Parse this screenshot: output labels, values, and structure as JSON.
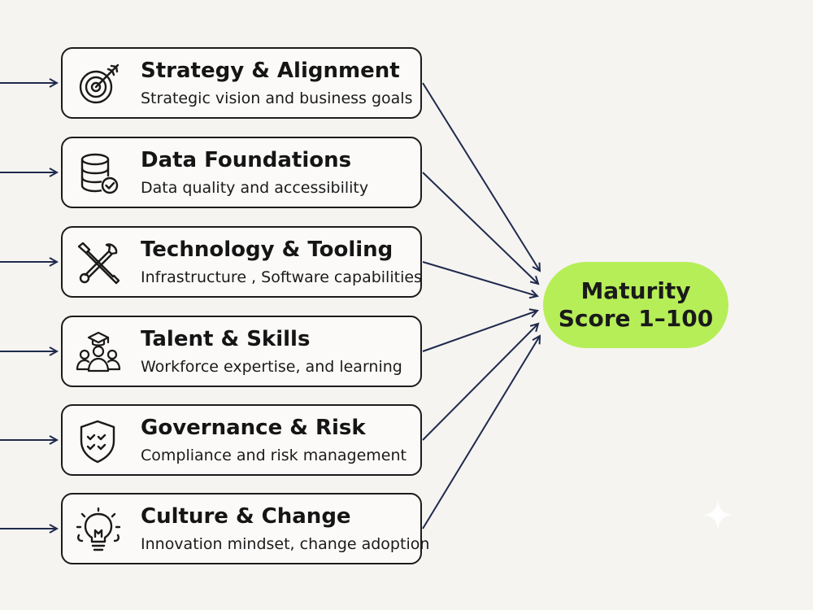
{
  "factors": [
    {
      "title": "Strategy & Alignment",
      "desc": "Strategic vision and business goals",
      "icon": "target-icon"
    },
    {
      "title": "Data Foundations",
      "desc": "Data quality and accessibility",
      "icon": "database-check-icon"
    },
    {
      "title": "Technology & Tooling",
      "desc": "Infrastructure , Software capabilities",
      "icon": "wrench-screwdriver-icon"
    },
    {
      "title": "Talent & Skills",
      "desc": "Workforce expertise, and learning",
      "icon": "graduation-team-icon"
    },
    {
      "title": "Governance & Risk",
      "desc": "Compliance and risk management",
      "icon": "shield-check-icon"
    },
    {
      "title": "Culture & Change",
      "desc": "Innovation mindset, change adoption",
      "icon": "lightbulb-icon"
    }
  ],
  "score": {
    "line1": "Maturity",
    "line2": "Score 1–100"
  },
  "colors": {
    "arrow": "#1f2a4d",
    "score_fill": "#b6ee58",
    "background": "#f6f4f1",
    "card_border": "#1c1c1c"
  }
}
